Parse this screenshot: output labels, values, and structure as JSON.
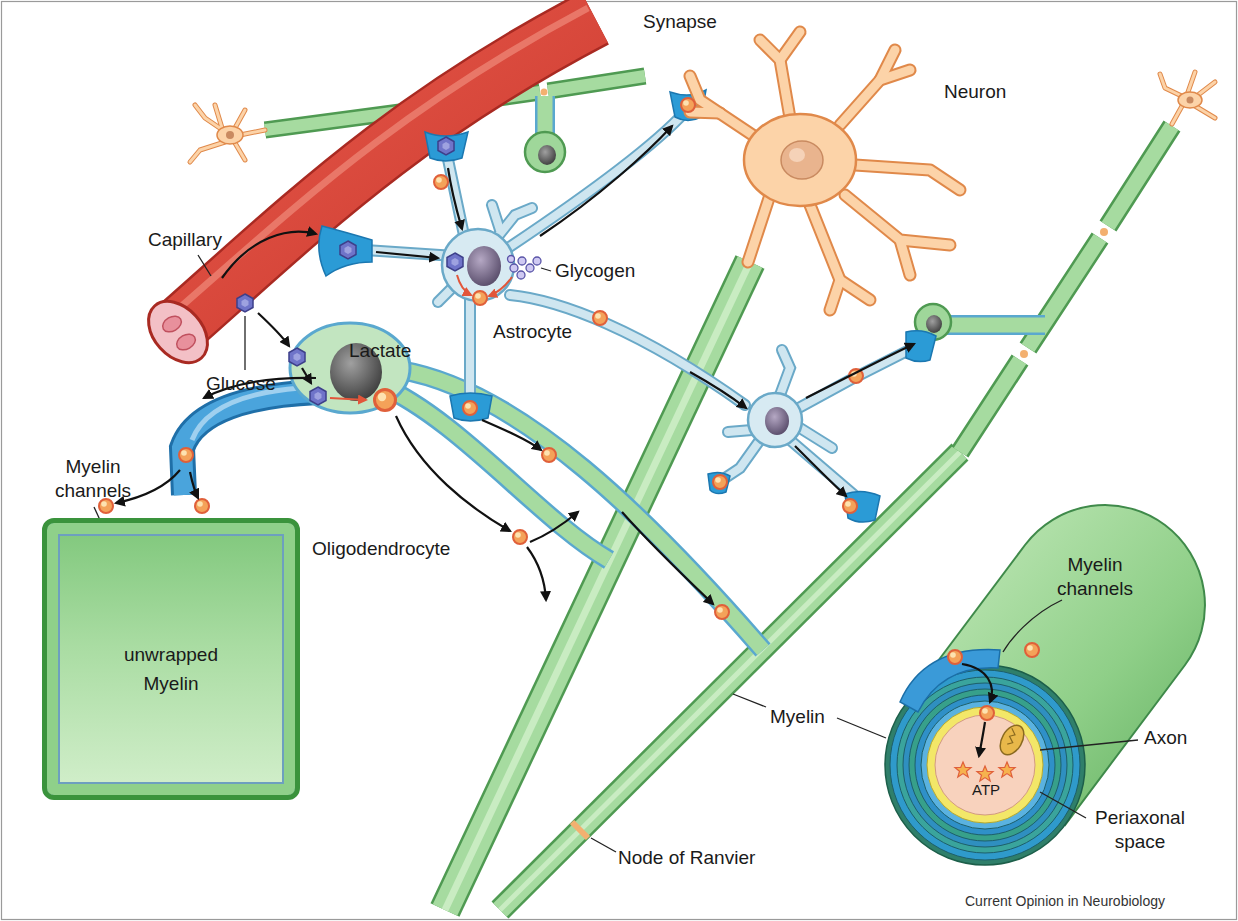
{
  "diagram": {
    "nodes": [
      {
        "text": [
          "unwrapped Myelin"
        ]
      }
    ],
    "labels": [
      "Synapse",
      "Neuron",
      "Capillary",
      "Glycogen",
      "Glucose",
      "Lactate",
      "Astrocyte",
      "Myelin channels",
      "Oligodendrocyte",
      "Myelin",
      "Node of Ranvier",
      "Myelin channels",
      "Axon",
      "ATP",
      "Periaxonal space",
      "Current Opinion in Neurobiology"
    ]
  }
}
